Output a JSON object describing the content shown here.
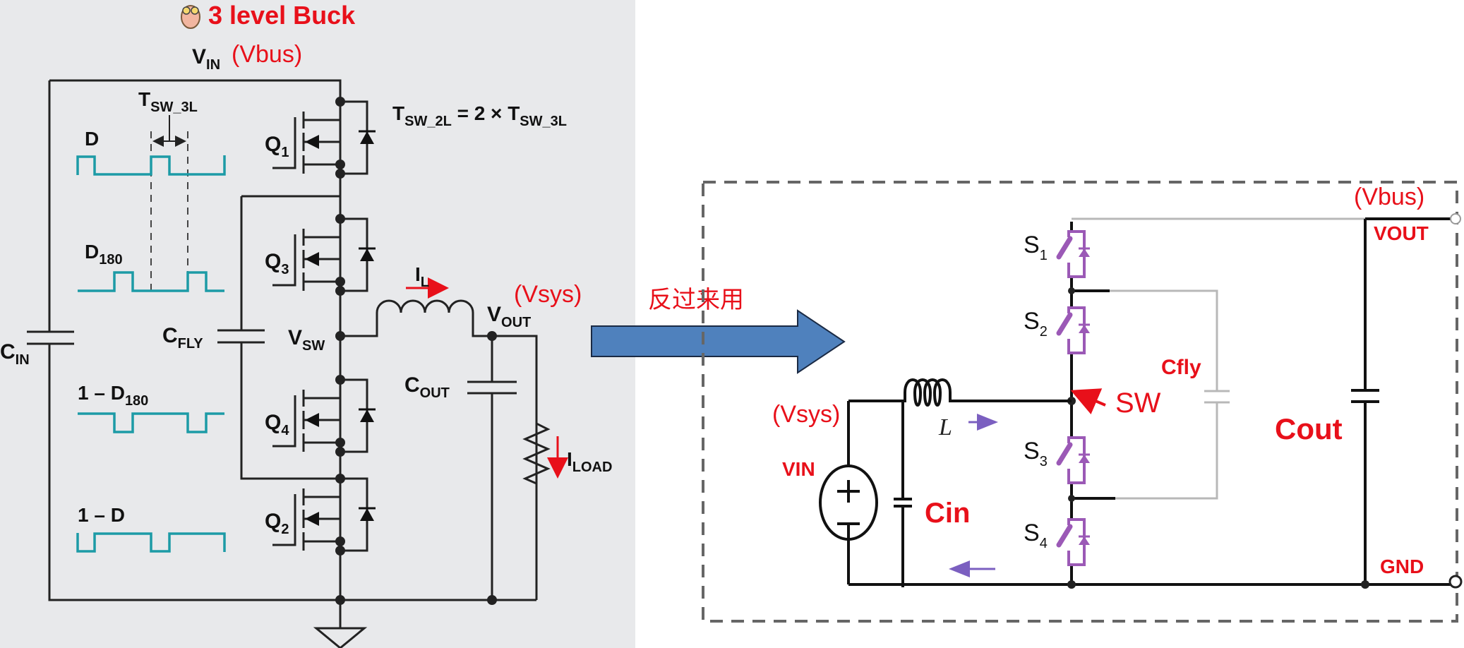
{
  "left_diagram": {
    "title": "3 level Buck",
    "title_icon": "owl-icon",
    "vin_label": "V",
    "vin_sub": "IN",
    "vin_note": "(Vbus)",
    "tsw3l_label": "T",
    "tsw3l_sub": "SW_3L",
    "equation": {
      "lhs": "T",
      "lhs_sub": "SW_2L",
      "mid": " = 2 × T",
      "rhs_sub": "SW_3L"
    },
    "waveforms": [
      {
        "label": "D",
        "sub": ""
      },
      {
        "label": "D",
        "sub": "180"
      },
      {
        "label": "1 – D",
        "sub": "180"
      },
      {
        "label": "1 – D",
        "sub": ""
      }
    ],
    "transistors": [
      {
        "label": "Q",
        "sub": "1"
      },
      {
        "label": "Q",
        "sub": "3"
      },
      {
        "label": "Q",
        "sub": "4"
      },
      {
        "label": "Q",
        "sub": "2"
      }
    ],
    "cin_label": "C",
    "cin_sub": "IN",
    "cfly_label": "C",
    "cfly_sub": "FLY",
    "vsw_label": "V",
    "vsw_sub": "SW",
    "il_label": "I",
    "il_sub": "L",
    "vout_label": "V",
    "vout_sub": "OUT",
    "vout_note": "(Vsys)",
    "cout_label": "C",
    "cout_sub": "OUT",
    "iload_label": "I",
    "iload_sub": "LOAD"
  },
  "arrow": {
    "caption": "反过来用",
    "color": "#4f81bd"
  },
  "right_diagram": {
    "vbus_note": "(Vbus)",
    "vout_label": "VOUT",
    "gnd_label": "GND",
    "switches": [
      {
        "label": "S",
        "sub": "1"
      },
      {
        "label": "S",
        "sub": "2"
      },
      {
        "label": "S",
        "sub": "3"
      },
      {
        "label": "S",
        "sub": "4"
      }
    ],
    "cfly_label": "Cfly",
    "sw_label": "SW",
    "cout_label": "Cout",
    "vsys_note": "(Vsys)",
    "vin_label": "VIN",
    "inductor_label": "L",
    "cin_label": "Cin"
  },
  "colors": {
    "annotation_red": "#e8101a",
    "waveform_teal": "#1c9ba6",
    "switch_purple": "#9b59b6",
    "current_arrow_purple": "#7b5fc0"
  }
}
